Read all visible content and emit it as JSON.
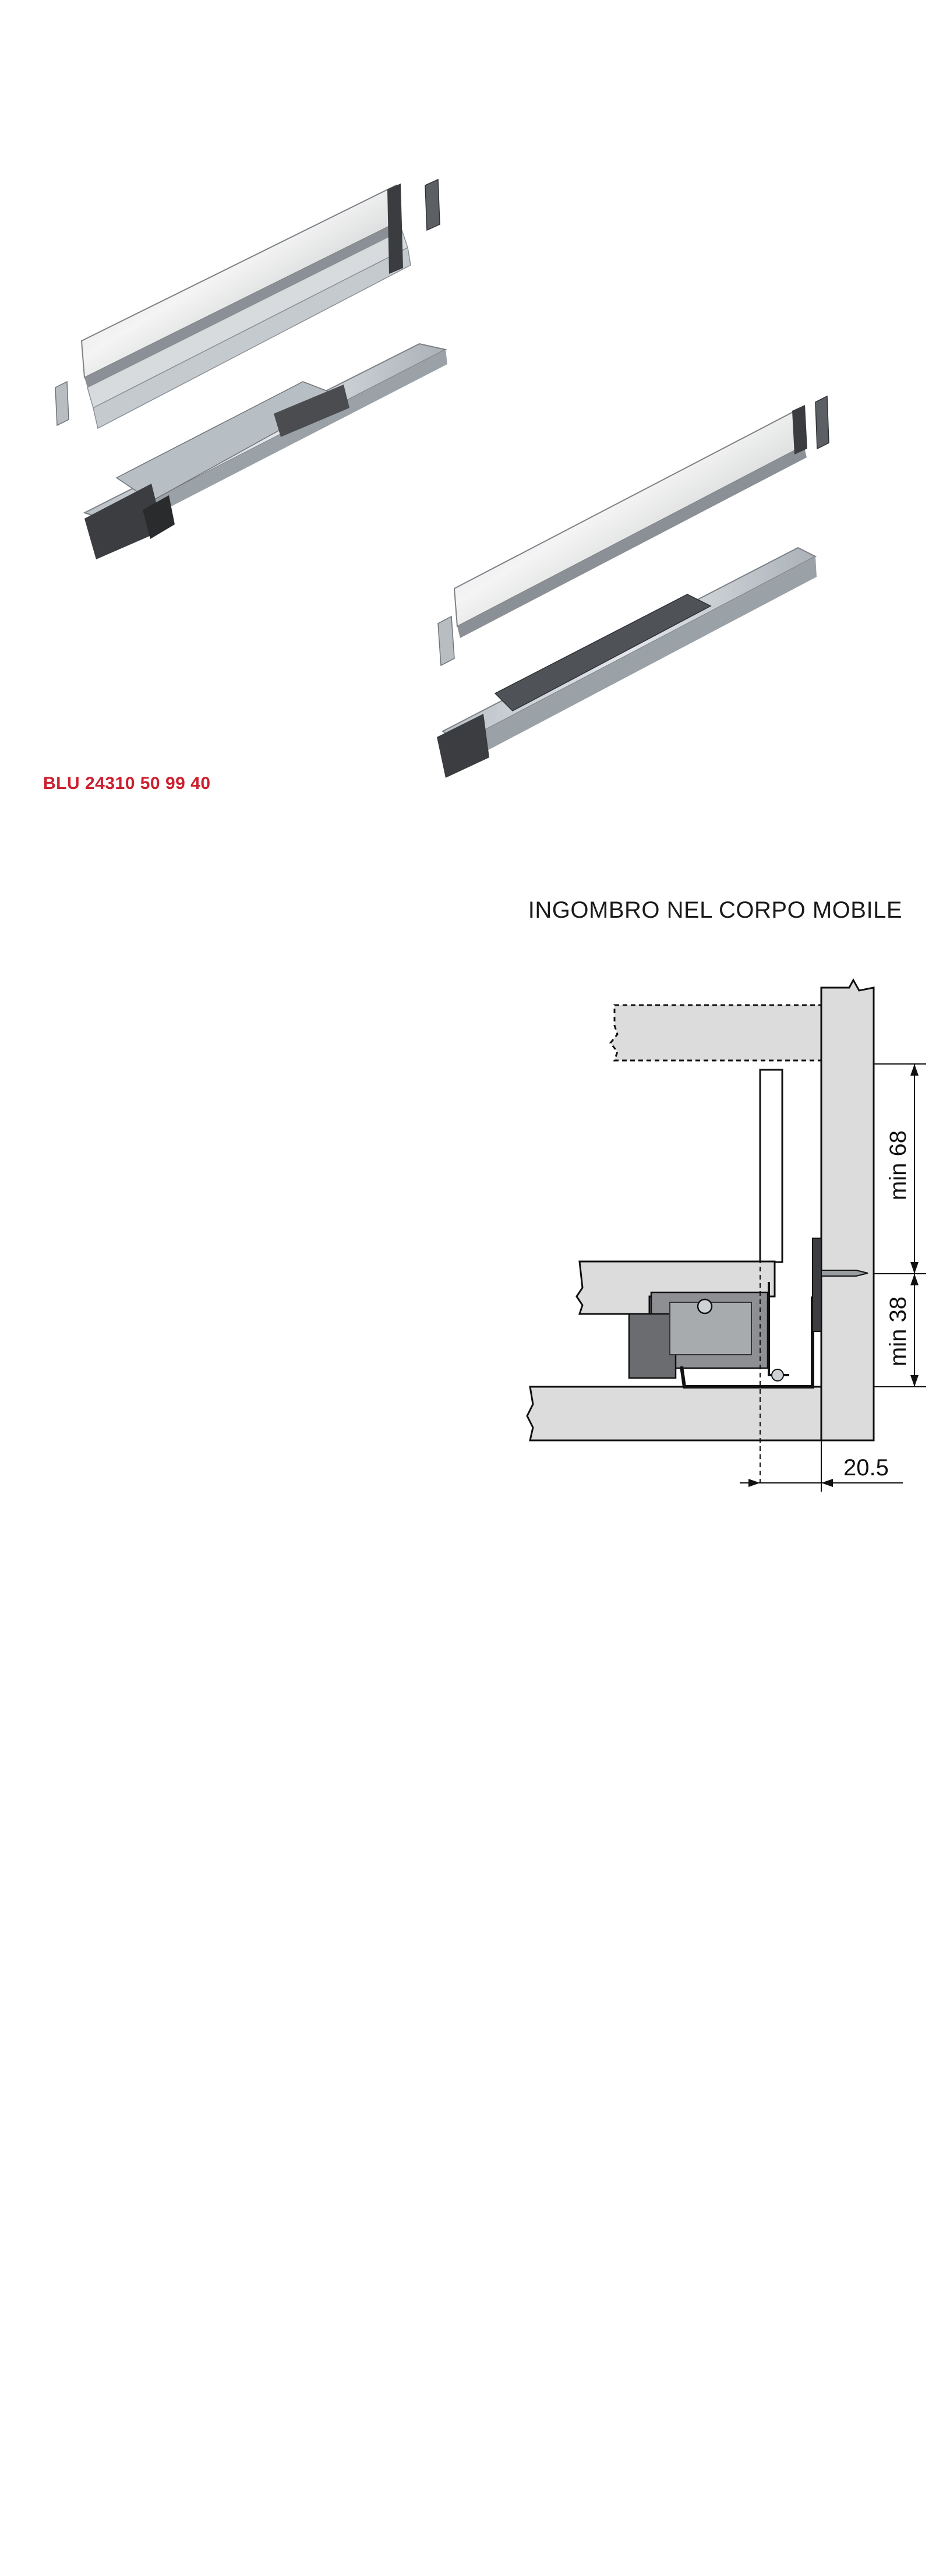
{
  "product": {
    "code": "BLU 24310 50 99 40"
  },
  "section": {
    "title": "INGOMBRO NEL CORPO MOBILE",
    "dimensions": {
      "min_upper": "min 68",
      "min_lower": "min 38",
      "offset": "20.5"
    }
  },
  "colors": {
    "product_code": "#cc1f2f",
    "panel_fill": "#dcdcdc",
    "steel_light": "#cfd3d6",
    "steel_dark": "#6e7479",
    "mechanism": "#3b3d40"
  }
}
